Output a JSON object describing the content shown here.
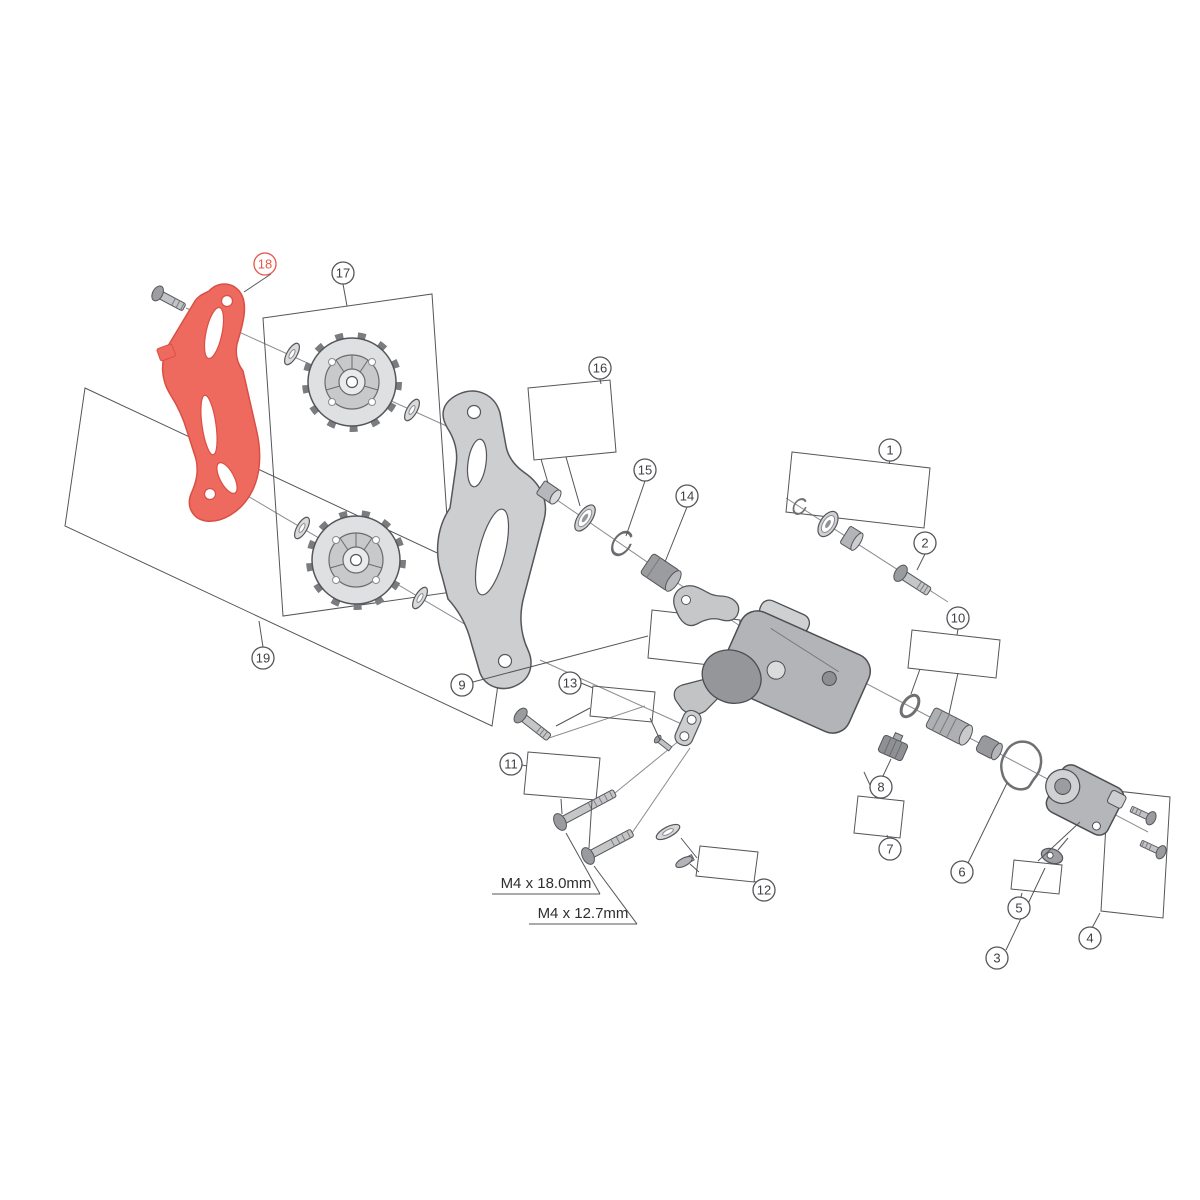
{
  "diagram": {
    "background_color": "#ffffff",
    "line_color": "#55565a",
    "highlight_color": "#ee6a5f",
    "highlighted_callout": "18",
    "callouts": [
      {
        "label": "1"
      },
      {
        "label": "2"
      },
      {
        "label": "3"
      },
      {
        "label": "4"
      },
      {
        "label": "5"
      },
      {
        "label": "6"
      },
      {
        "label": "7"
      },
      {
        "label": "8"
      },
      {
        "label": "9"
      },
      {
        "label": "10"
      },
      {
        "label": "11"
      },
      {
        "label": "12"
      },
      {
        "label": "13"
      },
      {
        "label": "14"
      },
      {
        "label": "15"
      },
      {
        "label": "16"
      },
      {
        "label": "17"
      },
      {
        "label": "18",
        "highlighted": true
      },
      {
        "label": "19"
      }
    ],
    "dimension_labels": [
      {
        "text": "M4 x 18.0mm"
      },
      {
        "text": "M4 x 12.7mm"
      }
    ]
  }
}
